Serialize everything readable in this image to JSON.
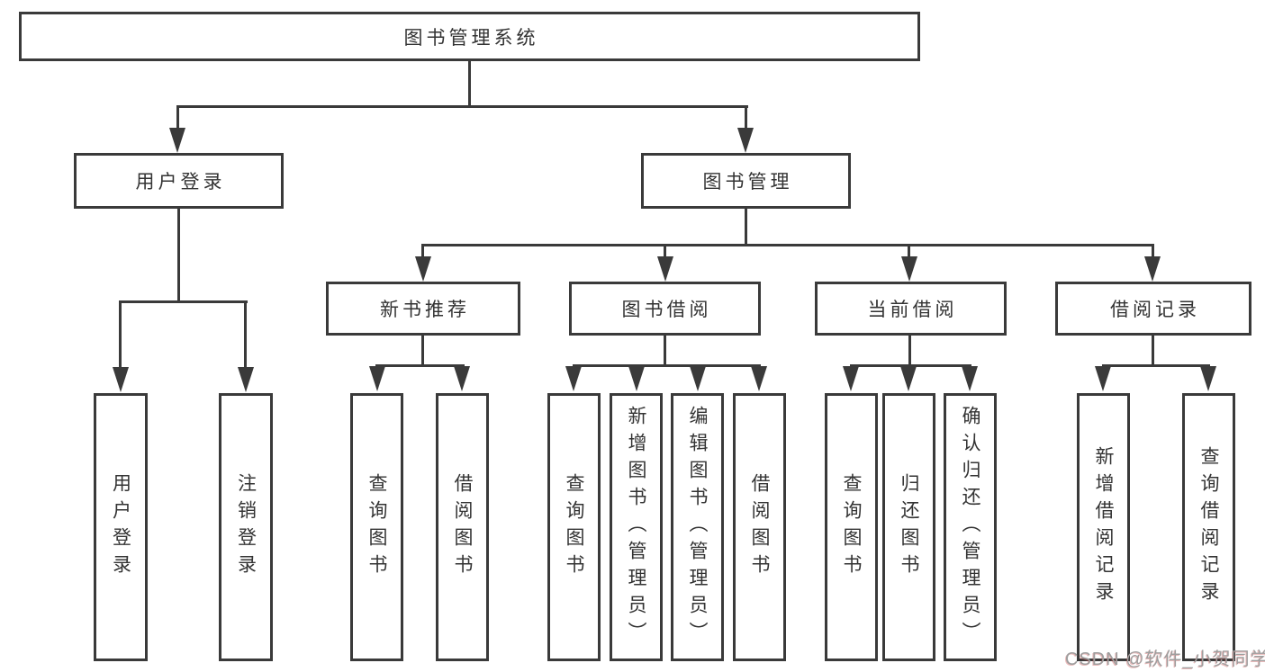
{
  "colors": {
    "line": "#3a3a3a",
    "text": "#333333",
    "wm": "#9e9e9e"
  },
  "root": {
    "label": "图书管理系统"
  },
  "branches": [
    {
      "label": "用户登录",
      "children": [
        "用户登录",
        "注销登录"
      ]
    },
    {
      "label": "图书管理",
      "groups": [
        {
          "label": "新书推荐",
          "children": [
            "查询图书",
            "借阅图书"
          ]
        },
        {
          "label": "图书借阅",
          "children": [
            "查询图书",
            "新增图书（管理员）",
            "编辑图书（管理员）",
            "借阅图书"
          ]
        },
        {
          "label": "当前借阅",
          "children": [
            "查询图书",
            "归还图书",
            "确认归还（管理员）"
          ]
        },
        {
          "label": "借阅记录",
          "children": [
            "新增借阅记录",
            "查询借阅记录"
          ]
        }
      ]
    }
  ],
  "watermark": {
    "text": "CSDN @软件_小贺同学"
  }
}
